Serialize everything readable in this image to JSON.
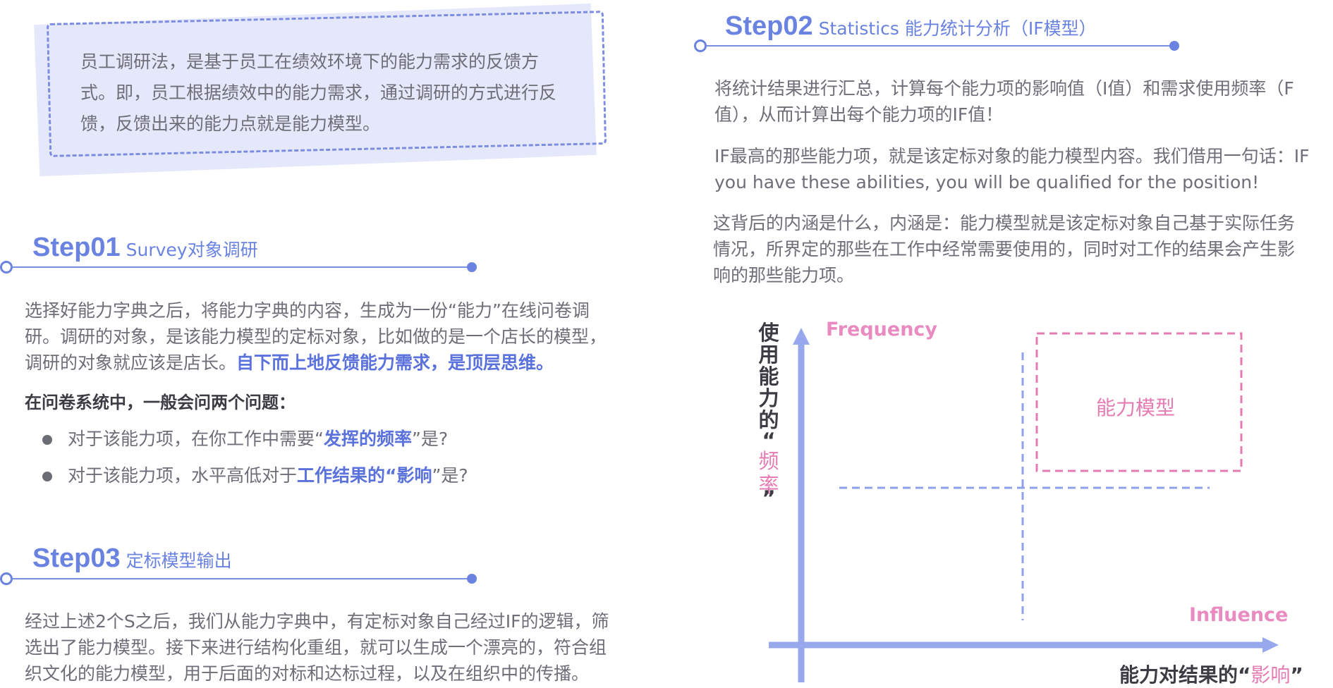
{
  "intro": {
    "lines": [
      "员工调研法，是基于员工在绩效环境下的能力需求的反馈方",
      "式。即，员工根据绩效中的能力需求，通过调研的方式进行反",
      "馈，反馈出来的能力点就是能力模型。"
    ]
  },
  "step01": {
    "num": "Step01",
    "sub": "Survey对象调研",
    "para_lines": [
      "选择好能力字典之后，将能力字典的内容，生成为一份“能力”在线问卷调",
      "研。调研的对象，是该能力模型的定标对象，比如做的是一个店长的模型，"
    ],
    "para_line3": "调研的对象就应该是店长。",
    "para_highlight": "自下而上地反馈能力需求，是顶层思维。",
    "question_heading": "在问卷系统中，一般会问两个问题：",
    "bullets": [
      {
        "pre": "对于该能力项，在你工作中需要“",
        "hl": "发挥的频率",
        "post": "”是?"
      },
      {
        "pre": "对于该能力项，水平高低对于",
        "hl": "工作结果的“影响",
        "post": "”是?"
      }
    ]
  },
  "step03": {
    "num": "Step03",
    "sub": "定标模型输出",
    "para_lines": [
      "经过上述2个S之后，我们从能力字典中，有定标对象自己经过IF的逻辑，筛",
      "选出了能力模型。接下来进行结构化重组，就可以生成一个漂亮的，符合组",
      "织文化的能力模型，用于后面的对标和达标过程，以及在组织中的传播。"
    ]
  },
  "step02": {
    "num": "Step02",
    "sub": "Statistics 能力统计分析（IF模型）",
    "paras": [
      [
        "将统计结果进行汇总，计算每个能力项的影响值（I值）和需求使用频率（F",
        "值），从而计算出每个能力项的IF值！"
      ],
      [
        "IF最高的那些能力项，就是该定标对象的能力模型内容。我们借用一句话：IF",
        "you have these abilities, you will be qualified for the position!"
      ],
      [
        "这背后的内涵是什么，内涵是：能力模型就是该定标对象自己基于实际任务",
        "情况，所界定的那些在工作中经常需要使用的，同时对工作的结果会产生影",
        "响的那些能力项。"
      ]
    ]
  },
  "chart": {
    "y_axis_label_chars": [
      "使",
      "用",
      "能",
      "力",
      "的",
      "“"
    ],
    "y_axis_label_pink": [
      "频",
      "率"
    ],
    "y_axis_label_close": "”",
    "frequency_label": "Frequency",
    "influence_label": "Influence",
    "model_label": "能力模型",
    "x_axis_label_pre": "能力对结果的“",
    "x_axis_label_pink": "影响",
    "x_axis_label_post": "”",
    "colors": {
      "axis": "#97a8ec",
      "dash_blue": "#8fa1ea",
      "pink": "#e57bb3"
    }
  }
}
